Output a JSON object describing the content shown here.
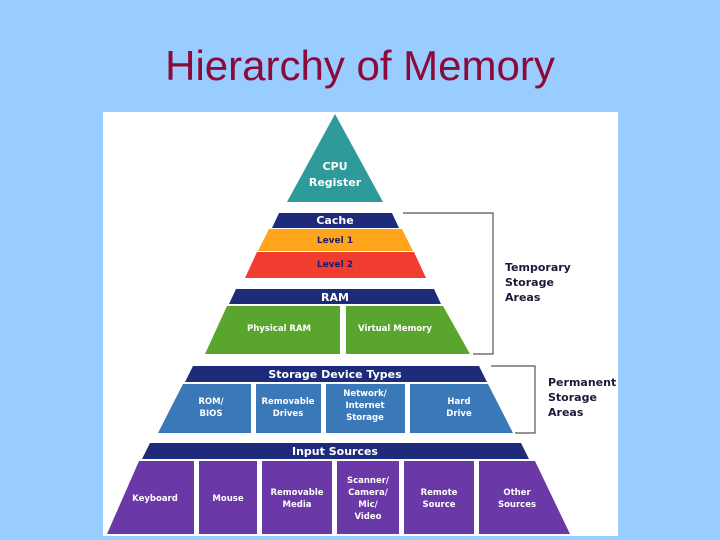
{
  "slide": {
    "title": "Hierarchy of Memory"
  },
  "pyramid": {
    "top": {
      "line1": "CPU",
      "line2": "Register"
    },
    "cache": {
      "header": "Cache",
      "level1": "Level 1",
      "level2": "Level 2"
    },
    "ram": {
      "header": "RAM",
      "physical": "Physical RAM",
      "virtual": "Virtual Memory"
    },
    "storage": {
      "header": "Storage Device Types",
      "rom": [
        "ROM/",
        "BIOS"
      ],
      "removable": [
        "Removable",
        "Drives"
      ],
      "network": [
        "Network/",
        "Internet",
        "Storage"
      ],
      "hard": [
        "Hard",
        "Drive"
      ]
    },
    "input": {
      "header": "Input Sources",
      "keyboard": "Keyboard",
      "mouse": "Mouse",
      "removable_media": [
        "Removable",
        "Media"
      ],
      "scanner": [
        "Scanner/",
        "Camera/",
        "Mic/",
        "Video"
      ],
      "remote": [
        "Remote",
        "Source"
      ],
      "other": [
        "Other",
        "Sources"
      ]
    }
  },
  "brackets": {
    "temporary": [
      "Temporary",
      "Storage",
      "Areas"
    ],
    "permanent": [
      "Permanent",
      "Storage",
      "Areas"
    ]
  },
  "colors": {
    "background": "#99ccff",
    "title": "#8b0a3a",
    "teal": "#2e9a9a",
    "navy": "#1d2b7a",
    "orange": "#ffa41b",
    "red": "#f13c30",
    "green": "#5aa52e",
    "blue": "#3a78b8",
    "purple": "#6b38a8"
  }
}
